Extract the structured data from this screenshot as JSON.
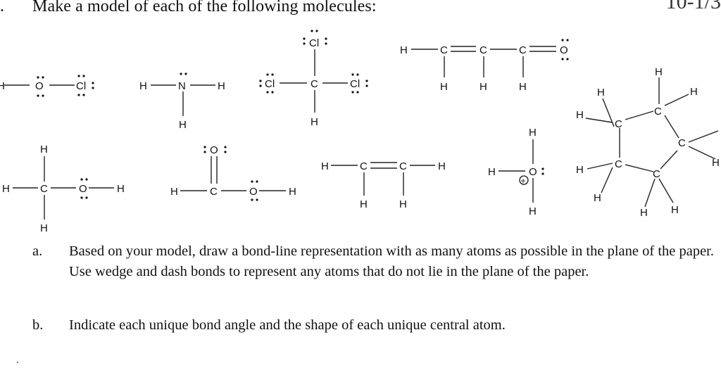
{
  "question": {
    "number": ".",
    "prompt": "Make a model of each of the following molecules:",
    "corner_text": "10-1/3"
  },
  "parts": [
    {
      "letter": "a.",
      "text": "Based on your model, draw a bond-line representation with as many atoms as possible in the plane of the paper. Use wedge and dash bonds to represent any atoms that do not lie in the plane of the paper."
    },
    {
      "letter": "b.",
      "text": "Indicate each unique bond angle and the shape of each unique central atom."
    }
  ],
  "molecules": [
    {
      "name": "hypochlorous-acid",
      "atoms": [
        "H",
        "O",
        "Cl"
      ],
      "formula": "H–O–Cl"
    },
    {
      "name": "ammonia",
      "atoms": [
        "H",
        "N",
        "H",
        "H"
      ],
      "formula": "NH3"
    },
    {
      "name": "chloroform",
      "atoms": [
        "Cl",
        "Cl",
        "C",
        "Cl",
        "H"
      ],
      "formula": "CHCl3"
    },
    {
      "name": "acrolein",
      "atoms": [
        "H",
        "C",
        "C",
        "C",
        "O",
        "H",
        "H",
        "H"
      ],
      "formula": "H2C=CH–CHO"
    },
    {
      "name": "cyclopentane",
      "atoms": [
        "C",
        "C",
        "C",
        "C",
        "C",
        "H"
      ],
      "formula": "C5H10"
    },
    {
      "name": "methanol",
      "atoms": [
        "H",
        "C",
        "O",
        "H",
        "H",
        "H"
      ],
      "formula": "CH3OH"
    },
    {
      "name": "formic-acid",
      "atoms": [
        "O",
        "H",
        "C",
        "O",
        "H"
      ],
      "formula": "HCOOH"
    },
    {
      "name": "ethylene",
      "atoms": [
        "H",
        "C",
        "C",
        "H",
        "H",
        "H"
      ],
      "formula": "C2H4"
    },
    {
      "name": "hydronium",
      "atoms": [
        "H",
        "H",
        "O",
        "H"
      ],
      "charge": "+",
      "formula": "H3O+"
    }
  ]
}
